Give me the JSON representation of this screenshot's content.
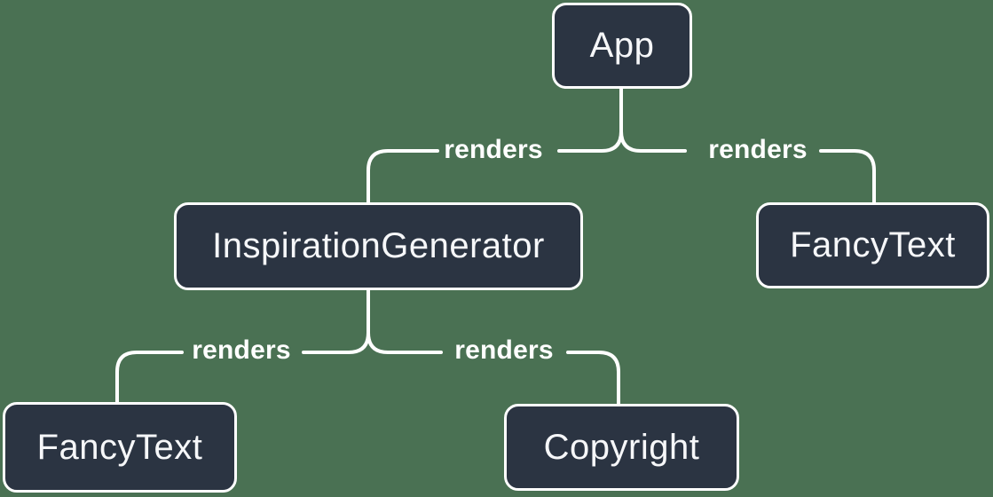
{
  "diagram": {
    "type": "component-render-tree",
    "nodes": [
      {
        "id": "app",
        "label": "App"
      },
      {
        "id": "inspiration-generator",
        "label": "InspirationGenerator"
      },
      {
        "id": "fancy-text-right",
        "label": "FancyText"
      },
      {
        "id": "fancy-text-left",
        "label": "FancyText"
      },
      {
        "id": "copyright",
        "label": "Copyright"
      }
    ],
    "edges": [
      {
        "from": "App",
        "to": "InspirationGenerator",
        "label": "renders"
      },
      {
        "from": "App",
        "to": "FancyText",
        "label": "renders"
      },
      {
        "from": "InspirationGenerator",
        "to": "FancyText",
        "label": "renders"
      },
      {
        "from": "InspirationGenerator",
        "to": "Copyright",
        "label": "renders"
      }
    ],
    "colors": {
      "background": "#4A7153",
      "node_fill": "#2B3442",
      "node_border": "#FFFFFF",
      "edge_line": "#FFFFFF",
      "text": "#F6F7F9"
    }
  }
}
